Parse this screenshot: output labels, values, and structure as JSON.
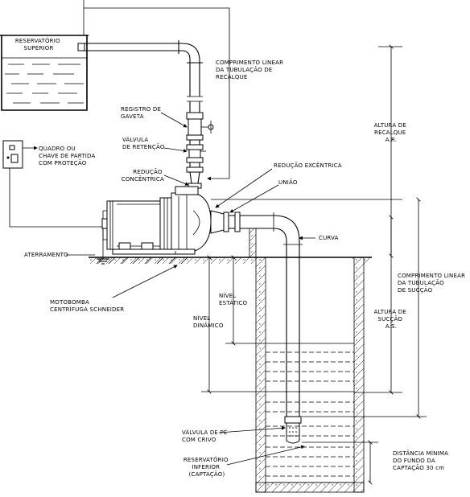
{
  "labels": {
    "reservatorio_superior": [
      "RESERVATÓRIO",
      "SUPERIOR"
    ],
    "quadro": [
      "QUADRO OU",
      "CHAVE DE PARTIDA",
      "COM PROTEÇÃO"
    ],
    "registro": [
      "REGISTRO DE",
      "GAVETA"
    ],
    "valvula_retencao": [
      "VÁLVULA",
      "DE RETENÇÃO"
    ],
    "reducao_concentrica": [
      "REDUÇÃO",
      "CONCÊNTRICA"
    ],
    "reducao_excentrica": [
      "REDUÇÃO EXCÊNTRICA"
    ],
    "uniao": [
      "UNIÃO"
    ],
    "curva": [
      "CURVA"
    ],
    "aterramento": [
      "ATERRAMENTO"
    ],
    "motobomba": [
      "MOTOBOMBA",
      "CENTRÍFUGA SCHNEIDER"
    ],
    "nivel_estatico": [
      "NÍVEL",
      "ESTÁTICO"
    ],
    "nivel_dinamico": [
      "NÍVEL",
      "DINÂMICO"
    ],
    "comprimento_recalque": [
      "COMPRIMENTO LINEAR",
      "DA TUBULAÇÃO DE",
      "RECALQUE"
    ],
    "altura_recalque": [
      "ALTURA DE",
      "RECALQUE",
      "A.R."
    ],
    "comprimento_succao": [
      "COMPRIMENTO LINEAR",
      "DA TUBULAÇÃO",
      "DE SUCÇÃO"
    ],
    "altura_succao": [
      "ALTURA DE",
      "SUCÇÃO",
      "A.S."
    ],
    "valvula_pe": [
      "VÁLVULA DE PÉ",
      "COM CRIVO"
    ],
    "reservatorio_inferior": [
      "RESERVATÓRIO",
      "INFERIOR",
      "(CAPTAÇÃO)"
    ],
    "distancia_minima": [
      "DISTÂNCIA MÍNIMA",
      "DO FUNDO DA",
      "CAPTAÇÃO 30 cm"
    ]
  }
}
